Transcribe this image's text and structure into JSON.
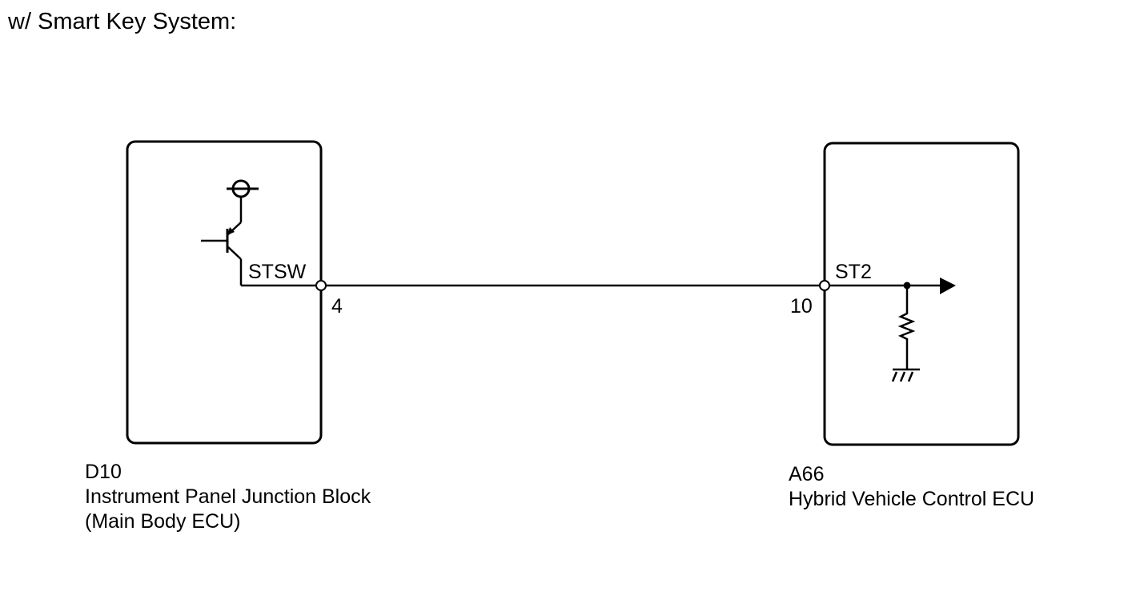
{
  "heading": "w/ Smart Key System:",
  "components": {
    "left": {
      "connector": "D10",
      "name_line1": "Instrument Panel Junction Block",
      "name_line2": "(Main Body ECU)",
      "terminal_name": "STSW",
      "pin": "4"
    },
    "right": {
      "connector": "A66",
      "name_line1": "Hybrid Vehicle Control ECU",
      "terminal_name": "ST2",
      "pin": "10"
    }
  },
  "icons": {
    "power_source": "power-source-icon",
    "transistor": "transistor-icon",
    "resistor": "resistor-icon",
    "ground": "ground-icon",
    "signal_arrow": "signal-arrow-icon"
  },
  "colors": {
    "line": "#000000",
    "background": "#ffffff"
  }
}
